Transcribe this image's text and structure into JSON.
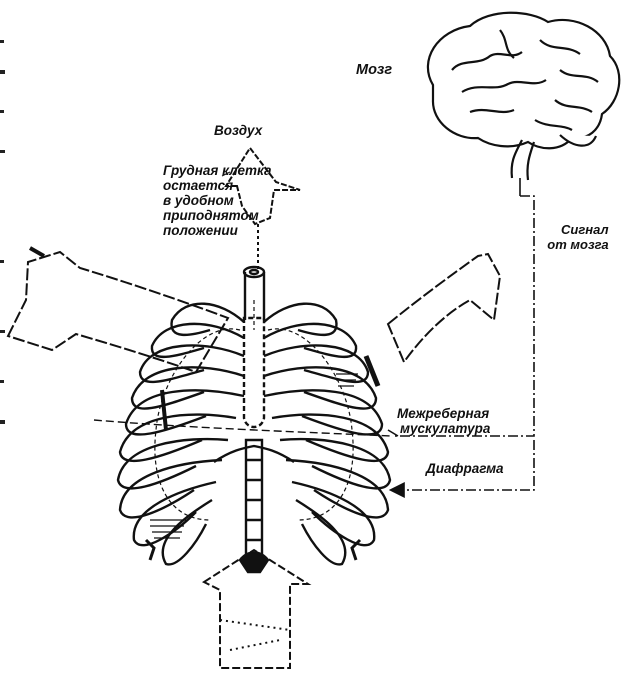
{
  "labels": {
    "air": "Воздух",
    "brain": "Мозг",
    "chest_lines": [
      "Грудная клетка",
      "остается",
      "в удобном",
      "приподнятом",
      "положении"
    ],
    "signal_lines": [
      "Сигнал",
      "от мозга"
    ],
    "intercostal_lines": [
      "Межреберная",
      "мускулатура"
    ],
    "diaphragm": "Диафрагма"
  },
  "colors": {
    "ink": "#111111",
    "paper": "#ffffff"
  }
}
